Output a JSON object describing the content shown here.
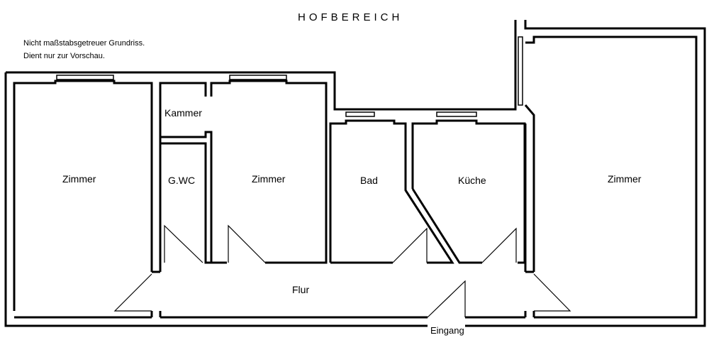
{
  "header": {
    "title": "HOFBEREICH"
  },
  "notes": {
    "line1": "Nicht maßstabsgetreuer Grundriss.",
    "line2": "Dient nur zur Vorschau."
  },
  "rooms": {
    "zimmer_left": "Zimmer",
    "kammer": "Kammer",
    "gwc": "G.WC",
    "zimmer_middle": "Zimmer",
    "bad": "Bad",
    "kueche": "Küche",
    "zimmer_right": "Zimmer",
    "flur": "Flur"
  },
  "entrance": {
    "label": "Eingang"
  }
}
